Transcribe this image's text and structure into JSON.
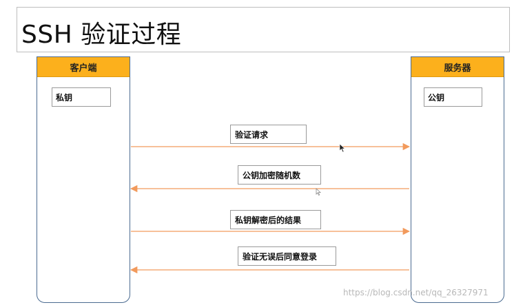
{
  "title": "SSH 验证过程",
  "client": {
    "label": "客户端",
    "key": "私钥"
  },
  "server": {
    "label": "服务器",
    "key": "公钥"
  },
  "messages": [
    {
      "label": "验证请求",
      "direction": "client-to-server"
    },
    {
      "label": "公钥加密随机数",
      "direction": "server-to-client"
    },
    {
      "label": "私钥解密后的结果",
      "direction": "client-to-server"
    },
    {
      "label": "验证无误后同意登录",
      "direction": "server-to-client"
    }
  ],
  "watermark": "https://blog.csdn.net/qq_26327971",
  "colors": {
    "lane_header": "#fcb01c",
    "arrow": "#f29a5c",
    "lane_border": "#4a6a90"
  }
}
